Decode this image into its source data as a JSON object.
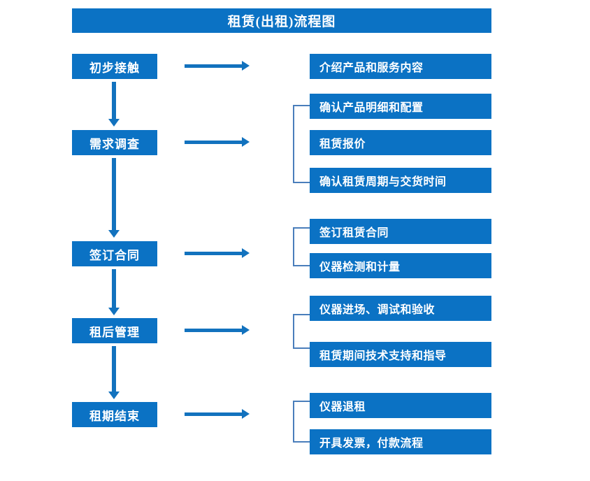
{
  "chart_data": {
    "type": "diagram",
    "title": "租赁(出租)流程图",
    "diagram_kind": "flowchart",
    "orientation": "vertical-stages-with-detail-branches"
  },
  "title": {
    "text": "租赁(出租)流程图"
  },
  "colors": {
    "box_fill": "#0b72c4",
    "box_text": "#ffffff",
    "arrow": "#1272be",
    "bracket": "#4a7ebb",
    "background": "#ffffff"
  },
  "stages": [
    {
      "id": "stage-1",
      "label": "初步接触",
      "details": [
        {
          "id": "detail-1-1",
          "label": "介绍产品和服务内容"
        }
      ],
      "has_bracket": false
    },
    {
      "id": "stage-2",
      "label": "需求调查",
      "details": [
        {
          "id": "detail-2-1",
          "label": "确认产品明细和配置"
        },
        {
          "id": "detail-2-2",
          "label": "租赁报价"
        },
        {
          "id": "detail-2-3",
          "label": "确认租赁周期与交货时间"
        }
      ],
      "has_bracket": true
    },
    {
      "id": "stage-3",
      "label": "签订合同",
      "details": [
        {
          "id": "detail-3-1",
          "label": "签订租赁合同"
        },
        {
          "id": "detail-3-2",
          "label": "仪器检测和计量"
        }
      ],
      "has_bracket": true
    },
    {
      "id": "stage-4",
      "label": "租后管理",
      "details": [
        {
          "id": "detail-4-1",
          "label": "仪器进场、调试和验收"
        },
        {
          "id": "detail-4-2",
          "label": "租赁期间技术支持和指导"
        }
      ],
      "has_bracket": true
    },
    {
      "id": "stage-5",
      "label": "租期结束",
      "details": [
        {
          "id": "detail-5-1",
          "label": "仪器退租"
        },
        {
          "id": "detail-5-2",
          "label": "开具发票，付款流程"
        }
      ],
      "has_bracket": true
    }
  ]
}
